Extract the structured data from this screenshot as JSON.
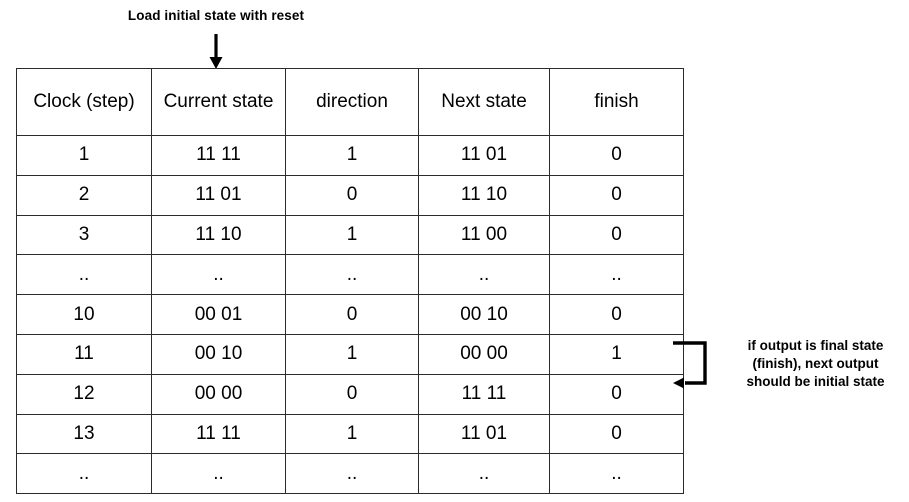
{
  "annotations": {
    "top": {
      "text": "Load initial state with reset",
      "arrow_icon": "down-arrow-icon"
    },
    "right": {
      "line1": "if output is final state",
      "line2": "(finish), next output",
      "line3": "should be initial state",
      "bracket_icon": "feedback-bracket-arrow-icon"
    }
  },
  "colors": {
    "accent_red": "#FF0000",
    "border": "#2b2b2b",
    "text": "#000000",
    "background": "#ffffff"
  },
  "table": {
    "columns": [
      {
        "label": "Clock (step)",
        "highlight": false
      },
      {
        "label": "Current state",
        "highlight": false
      },
      {
        "label": "direction",
        "highlight": true
      },
      {
        "label": "Next state",
        "highlight": false
      },
      {
        "label": "finish",
        "highlight": false
      }
    ],
    "rows": [
      {
        "clock": "1",
        "current_state": "11 11",
        "direction": "1",
        "next_state": "11 01",
        "finish": "0"
      },
      {
        "clock": "2",
        "current_state": "11 01",
        "direction": "0",
        "next_state": "11 10",
        "finish": "0"
      },
      {
        "clock": "3",
        "current_state": "11 10",
        "direction": "1",
        "next_state": "11 00",
        "finish": "0"
      },
      {
        "clock": "..",
        "current_state": "..",
        "direction": "..",
        "next_state": "..",
        "finish": ".."
      },
      {
        "clock": "10",
        "current_state": "00 01",
        "direction": "0",
        "next_state": "00 10",
        "finish": "0"
      },
      {
        "clock": "11",
        "current_state": "00 10",
        "direction": "1",
        "next_state": "00 00",
        "finish": "1"
      },
      {
        "clock": "12",
        "current_state": "00 00",
        "direction": "0",
        "next_state": "11 11",
        "finish": "0"
      },
      {
        "clock": "13",
        "current_state": "11 11",
        "direction": "1",
        "next_state": "11 01",
        "finish": "0"
      },
      {
        "clock": "..",
        "current_state": "..",
        "direction": "..",
        "next_state": "..",
        "finish": ".."
      }
    ]
  }
}
